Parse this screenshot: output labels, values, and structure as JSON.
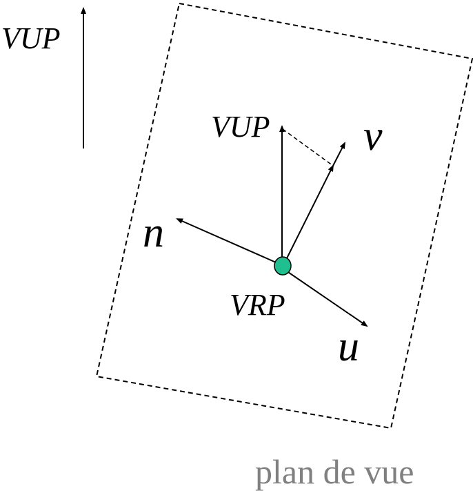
{
  "labels": {
    "vup_global": "VUP",
    "vup_plane": "VUP",
    "v_axis": "v",
    "n_axis": "n",
    "u_axis": "u",
    "vrp": "VRP",
    "caption": "plan de vue"
  },
  "colors": {
    "line": "#000000",
    "vrp_point": "#1fbf8f",
    "caption": "#808080"
  }
}
